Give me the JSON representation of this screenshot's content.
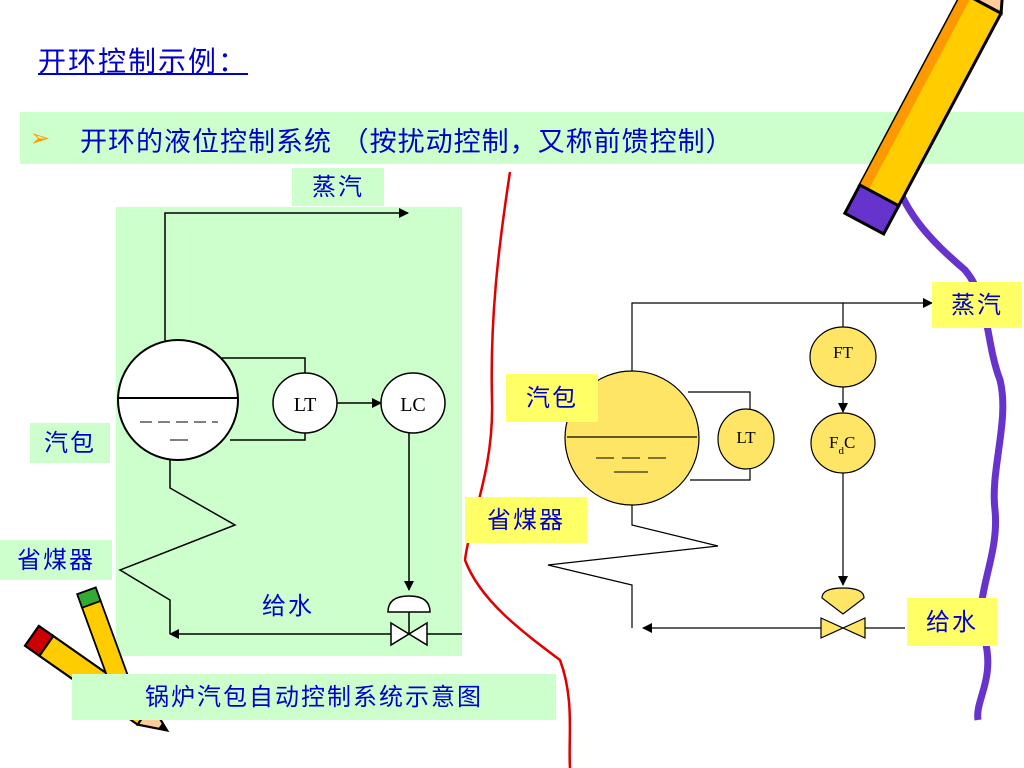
{
  "slide_title": "开环控制示例：",
  "bullet": {
    "marker": "➢",
    "text": "开环的液位控制系统 （按扰动控制，又称前馈控制）"
  },
  "left_diagram": {
    "steam_label": "蒸汽",
    "drum_label": "汽包",
    "economizer_label": "省煤器",
    "feedwater_label": "给水",
    "lt_label": "LT",
    "lc_label": "LC",
    "caption": "锅炉汽包自动控制系统示意图"
  },
  "right_diagram": {
    "steam_label": "蒸汽",
    "drum_label": "汽包",
    "economizer_label": "省煤器",
    "feedwater_label": "给水",
    "lt_label": "LT",
    "ft_label": "FT",
    "fdc_label_main": "F",
    "fdc_label_sub": "d",
    "fdc_label_end": "C"
  },
  "colors": {
    "title_blue": "#0000cc",
    "green_bg": "#ccffcc",
    "yellow_bg": "#ffff66",
    "node_yellow": "#ffe566",
    "red_line": "#e00000",
    "purple_line": "#6633cc",
    "bullet_orange": "#ff9900"
  },
  "icons": [
    "pencil-icon",
    "pencil-icon",
    "pencil-icon"
  ]
}
